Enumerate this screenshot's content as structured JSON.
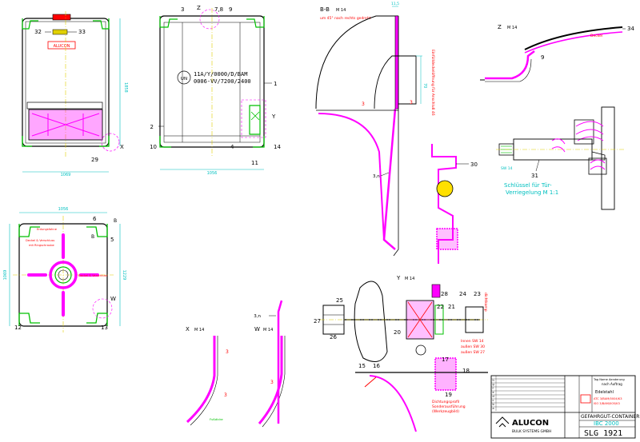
{
  "colors": {
    "background": "#ffffff",
    "outline": "#000000",
    "fill": "#ff00ff",
    "dimension": "#00c0c0",
    "centerline": "#e0d000",
    "highlight": "#ff0000",
    "accent": "#00c000",
    "note": "#ff0000"
  },
  "front_view": {
    "callouts": [
      "32",
      "33",
      "29",
      "X"
    ],
    "logo_text": "ALUCON",
    "dim_width": "1069",
    "dim_height": "1858"
  },
  "side_view": {
    "callouts": [
      "3",
      "Z",
      "7,8",
      "9",
      "1",
      "2",
      "10",
      "4",
      "11",
      "14",
      "Y"
    ],
    "marking_line1": "11A/Y/0000/D/BAM",
    "marking_line2": "0006-VV/7200/2400",
    "un_symbol": "UN",
    "dim_width": "1056"
  },
  "top_view": {
    "callouts": [
      "6",
      "5",
      "12",
      "13",
      "W",
      "B"
    ],
    "dim_width": "1056",
    "dim_height_left": "1069",
    "dim_height_right": "1229",
    "note_1": "Erdungsfahne",
    "note_2": "Deckel & Verschluss",
    "note_3": "mit Ringschraube"
  },
  "section_bb": {
    "title": "B-B",
    "scale": "M 14",
    "note": "um 45° nach rechts gedreht",
    "dim_top": "11,5",
    "dim_side": "70",
    "opening_label": "Einfülldeckelöffnung für Anschluß 46",
    "weld_labels": [
      "3",
      "3",
      "3,n"
    ]
  },
  "detail_z": {
    "title": "Z",
    "scale": "M 14",
    "callouts": [
      "34",
      "9"
    ],
    "label": "Deckel"
  },
  "key_detail": {
    "callouts": [
      "30",
      "31"
    ],
    "sw_label": "SW 14",
    "caption_1": "Schlüssel für Tür-",
    "caption_2": "Verriegelung  M 1:1"
  },
  "detail_y": {
    "title": "Y",
    "scale": "M 14",
    "callouts": [
      "28",
      "22",
      "21",
      "24",
      "23",
      "25",
      "27",
      "26",
      "20",
      "17",
      "16",
      "15",
      "18",
      "19"
    ],
    "side_label": "dichtkomp",
    "wrench_1": "Innen SW 14",
    "wrench_2": "außen SW 30",
    "wrench_3": "außen SW 27",
    "seal_1": "Dichtungsprofil",
    "seal_2": "Sonderausführung",
    "seal_3": "(Werkzeugbild)"
  },
  "detail_x": {
    "title": "X",
    "scale": "M 14",
    "weld": "3",
    "note": "Fußdicke"
  },
  "detail_w": {
    "title": "W",
    "scale": "M 14"
  },
  "detail_3n": {
    "label": "3,n"
  },
  "title_block": {
    "company": "ALUCON",
    "subtitle": "BULK SYSTEMS GMBH",
    "product": "GEFAHRGUT-CONTAINER",
    "variant": "IBC 2000",
    "drawing_no": "SLG 1921",
    "material": "Edelstahl",
    "std_1": "ATC 3/BAM/0004/K3",
    "std_2": "ISO 3/BAM/005/K3",
    "rev_header": "Tag  Name  Aenderung",
    "rev_note": "nach Auftrag",
    "rev_letters": [
      "h",
      "g",
      "f",
      "e",
      "d",
      "c",
      "b",
      "a"
    ]
  }
}
